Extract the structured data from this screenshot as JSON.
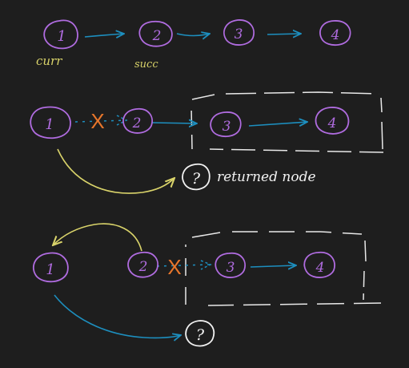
{
  "colors": {
    "background": "#1e1e1e",
    "node": "#b06ce0",
    "link": "#1d8fbf",
    "cut": "#e8762b",
    "pointer": "#d9d36a",
    "text": "#f2f2f2"
  },
  "row1": {
    "nodes": [
      "1",
      "2",
      "3",
      "4"
    ],
    "label_curr": "curr",
    "label_succ": "succ"
  },
  "row2": {
    "nodes": [
      "1",
      "2",
      "3",
      "4"
    ],
    "cut_mark": "X",
    "returned_marker": "?",
    "returned_text": "returned node"
  },
  "row3": {
    "nodes": [
      "1",
      "2",
      "3",
      "4"
    ],
    "cut_mark": "X",
    "returned_marker": "?"
  }
}
